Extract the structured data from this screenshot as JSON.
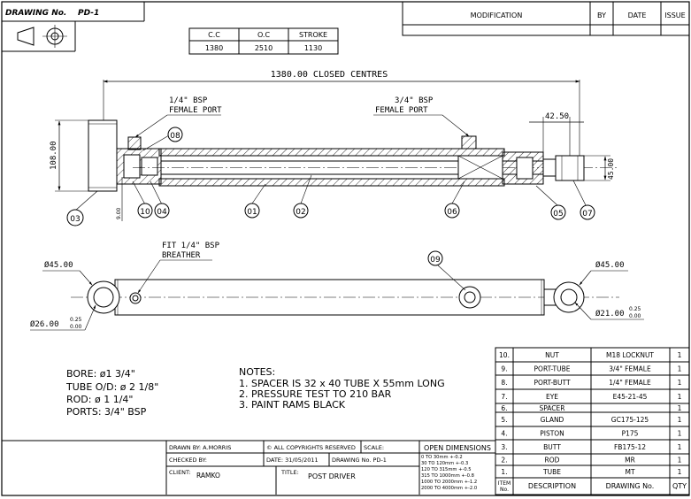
{
  "title_block": {
    "drawing_no_label": "DRAWING No.",
    "drawing_no_value": "PD-1"
  },
  "modification": {
    "col_modification": "MODIFICATION",
    "col_by": "BY",
    "col_date": "DATE",
    "col_issue": "ISSUE"
  },
  "centres_table": {
    "headers": [
      "C.C",
      "O.C",
      "STROKE"
    ],
    "values": [
      "1380",
      "2510",
      "1130"
    ]
  },
  "dimensions": {
    "closed_centres": "1380.00 CLOSED CENTRES",
    "height_108": "108.00",
    "offset_9": "9.00",
    "gap_42": "42.50",
    "height_45": "45.00",
    "dia45_left": "Ø45.00",
    "dia45_right": "Ø45.00",
    "dia26": "Ø26.00",
    "dia26_tol_top": "0.25",
    "dia26_tol_bot": "0.00",
    "dia21": "Ø21.00",
    "dia21_tol_top": "0.25",
    "dia21_tol_bot": "0.00"
  },
  "callouts": {
    "port_left_line1": "1/4\" BSP",
    "port_left_line2": "FEMALE PORT",
    "port_right_line1": "3/4\" BSP",
    "port_right_line2": "FEMALE PORT",
    "breather_line1": "FIT 1/4\" BSP",
    "breather_line2": "BREATHER"
  },
  "balloons": [
    "01",
    "02",
    "03",
    "04",
    "05",
    "06",
    "07",
    "08",
    "09",
    "10"
  ],
  "specs": [
    "BORE: ø1 3/4\"",
    "TUBE O/D: ø 2 1/8\"",
    "ROD: ø 1 1/4\"",
    "PORTS: 3/4\" BSP"
  ],
  "notes": {
    "heading": "NOTES:",
    "items": [
      "1. SPACER IS 32 x 40 TUBE X 55mm LONG",
      "2. PRESSURE TEST TO 210 BAR",
      "3. PAINT RAMS BLACK"
    ]
  },
  "bom": {
    "rows": [
      [
        "10.",
        "NUT",
        "M18 LOCKNUT",
        "1"
      ],
      [
        "9.",
        "PORT-TUBE",
        "3/4\" FEMALE",
        "1"
      ],
      [
        "8.",
        "PORT-BUTT",
        "1/4\" FEMALE",
        "1"
      ],
      [
        "7.",
        "EYE",
        "E45-21-45",
        "1"
      ],
      [
        "6.",
        "SPACER",
        "",
        "1"
      ],
      [
        "5.",
        "GLAND",
        "GC175-125",
        "1"
      ],
      [
        "4.",
        "PISTON",
        "P175",
        "1"
      ],
      [
        "3.",
        "BUTT",
        "FB175-12",
        "1"
      ],
      [
        "2.",
        "ROD",
        "MR",
        "1"
      ],
      [
        "1.",
        "TUBE",
        "MT",
        "1"
      ]
    ],
    "header": [
      "ITEM No.",
      "DESCRIPTION",
      "DRAWING No.",
      "QTY"
    ]
  },
  "footer": {
    "drawn_by": "DRAWN BY: A.MORRIS",
    "copyright": "© ALL COPYRIGHTS RESERVED",
    "scale": "SCALE:",
    "checked_by": "CHECKED BY:",
    "date": "DATE: 31/05/2011",
    "drawing_no": "DRAWING No. PD-1",
    "client_label": "CLIENT:",
    "client_value": "RAMKO",
    "title_label": "TITLE:",
    "title_value": "POST DRIVER",
    "open_dimensions": "OPEN DIMENSIONS",
    "tolerances": [
      "0 TO 30mm    +-0.2",
      "30 TO 120mm   +-0.3",
      "120 TO 315mm  +-0.5",
      "315 TO 1000mm  +-0.8",
      "1000 TO 2000mm +-1.2",
      "2000 TO 4000mm +-2.0"
    ]
  }
}
